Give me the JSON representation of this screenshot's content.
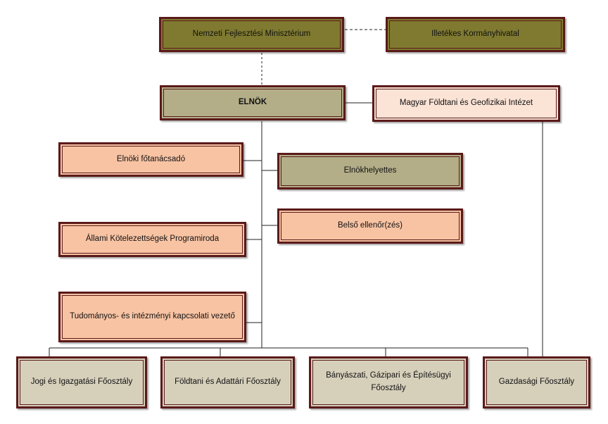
{
  "ministry": "Nemzeti Fejlesztési Minisztérium",
  "govoffice": "Illetékes Kormányhivatal",
  "president": "ELNÖK",
  "institute": "Magyar Földtani és Geofizikai Intézet",
  "advisor": "Elnöki főtanácsadó",
  "vicepresident": "Elnökhelyettes",
  "programoffice": "Állami Kötelezettségek Programiroda",
  "audit": "Belső ellenőr(zés)",
  "relations": "Tudományos- és intézményi kapcsolati vezető",
  "departments": {
    "legal": "Jogi és Igazgatási Főosztály",
    "geology": "Földtani és Adattári Főosztály",
    "mining": "Bányászati, Gázipari és Építésügyi Főosztály",
    "economic": "Gazdasági Főosztály"
  },
  "colors": {
    "border": "#5b1a1a",
    "olive": "#7f7a30",
    "khaki": "#b3ae88",
    "salmon": "#f8c3a3",
    "pale": "#fbe3d6",
    "grey": "#d6d0bb"
  }
}
